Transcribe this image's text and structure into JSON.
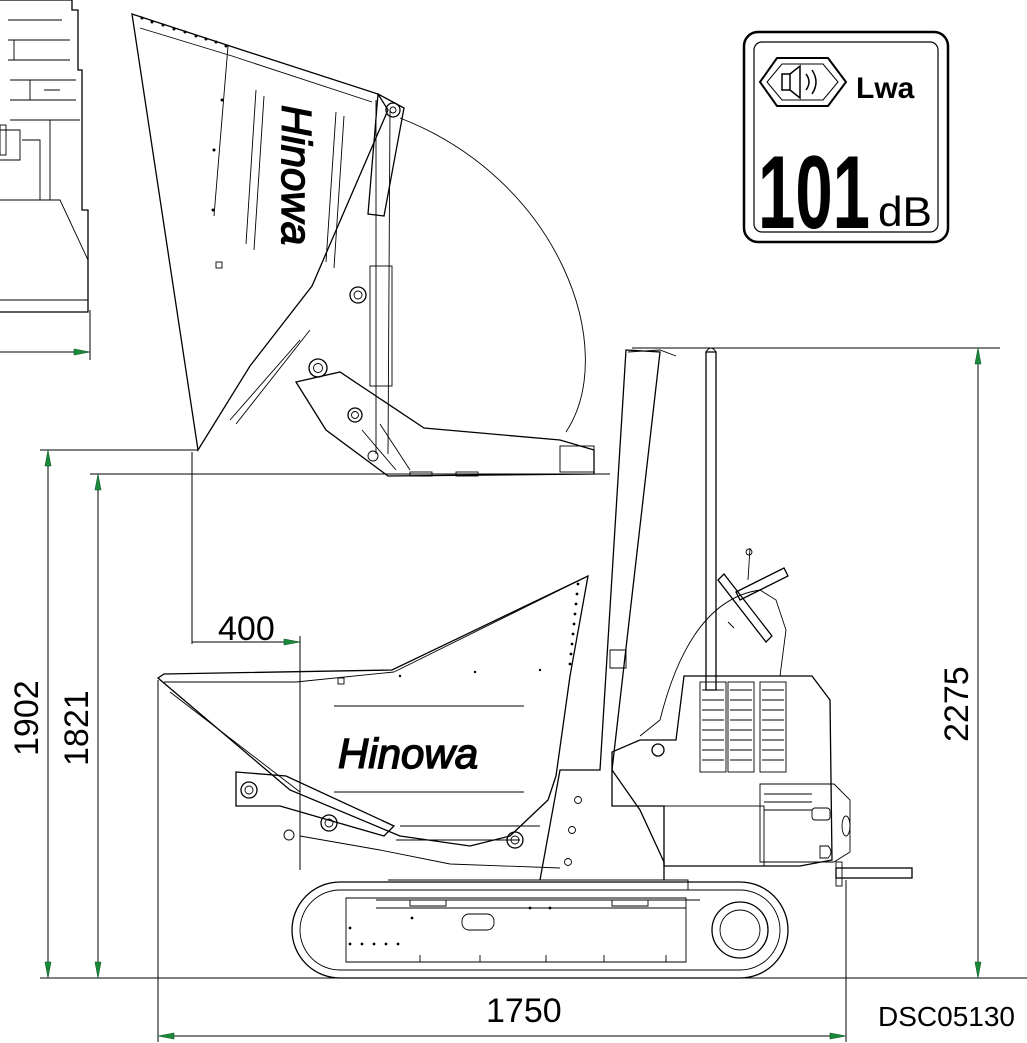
{
  "dimensions": {
    "offset_400": "400",
    "height_1902": "1902",
    "height_1821": "1821",
    "height_2275": "2275",
    "length_1750": "1750"
  },
  "noise_label": {
    "symbol": "Lwa",
    "value": "101",
    "unit": "dB",
    "icon": "speaker-in-hexagon-icon"
  },
  "brand_text": "Hinowa",
  "reference_code": "DSC05130",
  "colors": {
    "arrow_fill": "#1a8a3a",
    "line": "#000000",
    "background": "#ffffff"
  }
}
